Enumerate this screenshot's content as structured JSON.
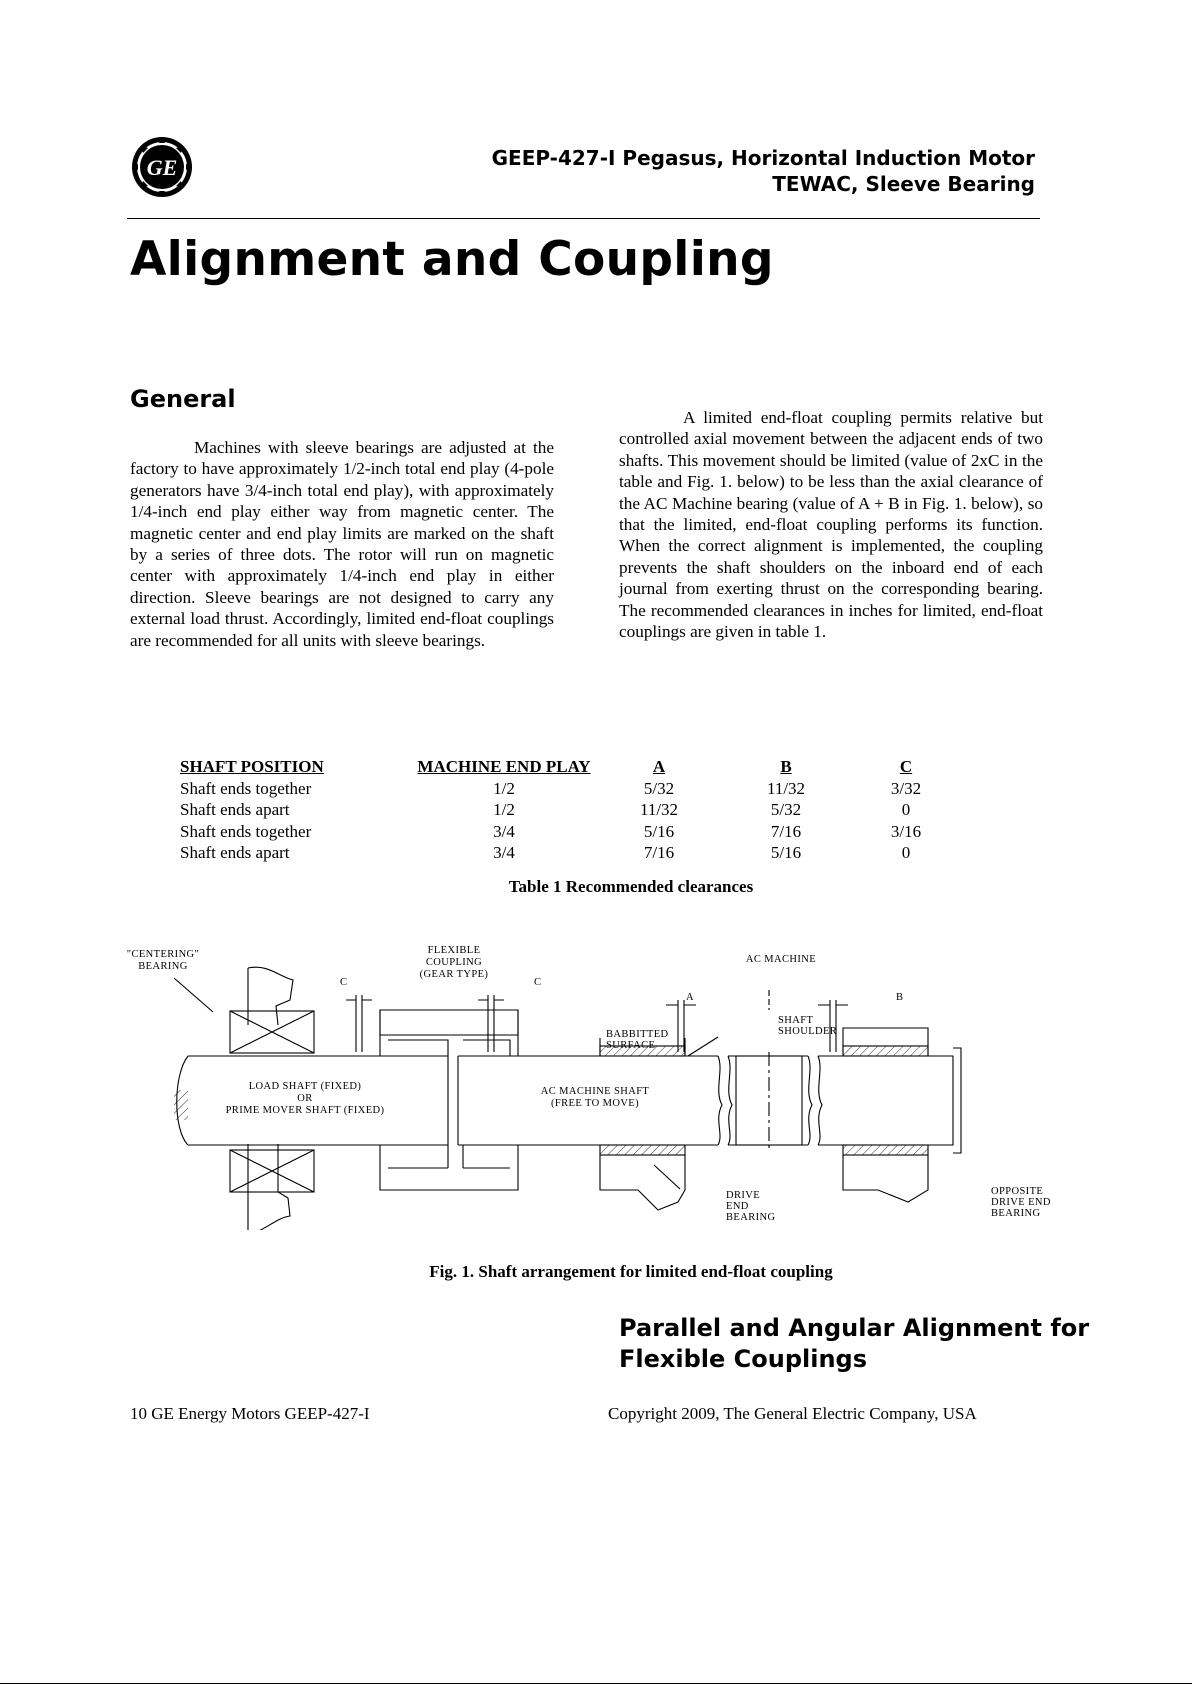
{
  "header": {
    "logo_text": "GE",
    "line1": "GEEP-427-I  Pegasus, Horizontal Induction Motor",
    "line2": "TEWAC, Sleeve Bearing"
  },
  "page_title": "Alignment and Coupling",
  "general": {
    "heading": "General",
    "para_left": "Machines with sleeve bearings are adjusted at the factory to have approximately 1/2-inch total end play (4-pole generators have 3/4-inch total end play), with approximately 1/4-inch end play either way from magnetic center. The magnetic center and end play limits are marked on the shaft by a series of three dots. The rotor will run on magnetic center with approximately 1/4-inch end play in either direction. Sleeve bearings are not designed to carry any external load thrust. Accordingly, limited end-float couplings are recommended for all units with sleeve bearings.",
    "para_right": "A limited end-float coupling permits relative but controlled axial movement between the adjacent ends of two shafts. This movement should be limited (value of 2xC in the table and Fig. 1. below) to be less than the axial clearance of the AC Machine bearing (value of A + B in Fig. 1. below), so that the limited, end-float coupling performs its function. When the correct alignment is implemented, the coupling prevents the shaft shoulders on the inboard end of each journal from exerting thrust on the corresponding bearing. The recommended clearances in inches for limited, end-float couplings are given in table 1."
  },
  "table": {
    "headers": [
      "SHAFT POSITION",
      "MACHINE END PLAY",
      "A",
      "B",
      "C"
    ],
    "rows": [
      [
        "Shaft ends together",
        "1/2",
        "5/32",
        "11/32",
        "3/32"
      ],
      [
        "Shaft ends apart",
        "1/2",
        "11/32",
        "5/32",
        "0"
      ],
      [
        "Shaft ends together",
        "3/4",
        "5/16",
        "7/16",
        "3/16"
      ],
      [
        "Shaft ends apart",
        "3/4",
        "7/16",
        "5/16",
        "0"
      ]
    ],
    "caption": "Table 1  Recommended clearances"
  },
  "figure": {
    "labels": {
      "centering_1": "\"CENTERING\"",
      "centering_2": "BEARING",
      "flexible_1": "FLEXIBLE",
      "flexible_2": "COUPLING",
      "flexible_3": "(GEAR TYPE)",
      "c_left": "C",
      "c_right": "C",
      "ac_machine": "AC MACHINE",
      "a_dim": "A",
      "b_dim": "B",
      "babbitted_1": "BABBITTED",
      "babbitted_2": "SURFACE",
      "shaft_shoulder_1": "SHAFT",
      "shaft_shoulder_2": "SHOULDER",
      "load_shaft_1": "LOAD SHAFT (FIXED)",
      "load_shaft_2": "OR",
      "load_shaft_3": "PRIME MOVER SHAFT (FIXED)",
      "ac_shaft_1": "AC MACHINE SHAFT",
      "ac_shaft_2": "(FREE TO MOVE)",
      "drive_end_1": "DRIVE",
      "drive_end_2": "END",
      "drive_end_3": "BEARING",
      "opposite_1": "OPPOSITE",
      "opposite_2": "DRIVE END",
      "opposite_3": "BEARING"
    },
    "caption": "Fig. 1.  Shaft  arrangement for limited end-float coupling"
  },
  "section2": {
    "heading": "Parallel and Angular Alignment for Flexible Couplings"
  },
  "footer": {
    "left": "10   GE Energy Motors GEEP-427-I",
    "right": "Copyright 2009, The General Electric Company, USA"
  }
}
